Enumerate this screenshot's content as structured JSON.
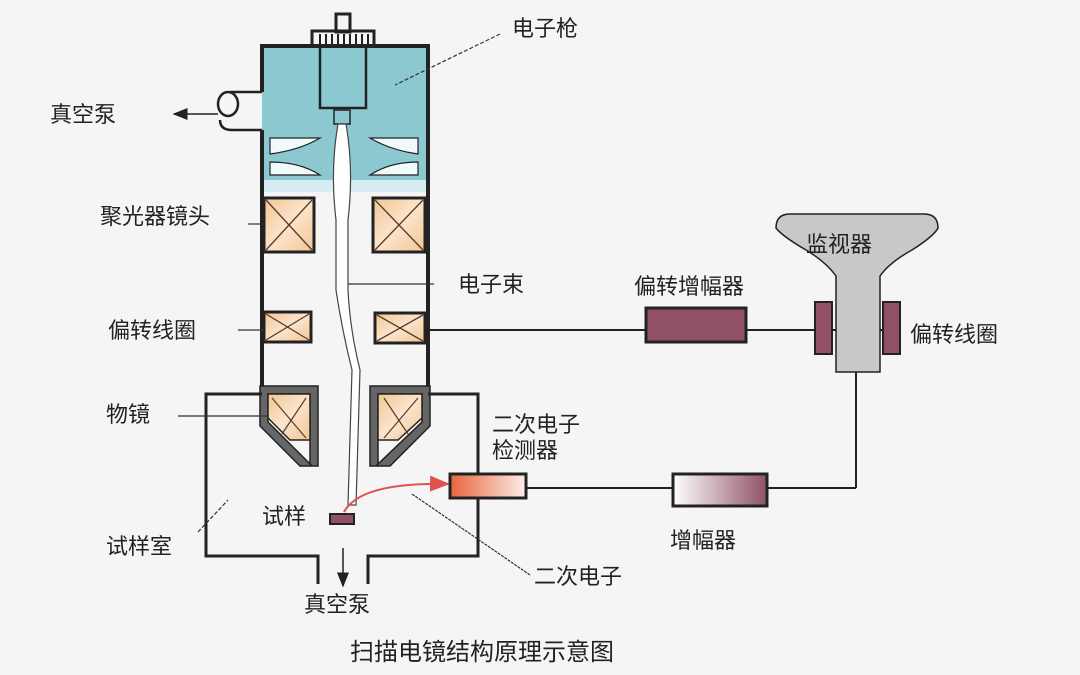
{
  "labels": {
    "electron_gun": "电子枪",
    "vacuum_pump_top": "真空泵",
    "condenser_lens": "聚光器镜头",
    "electron_beam": "电子束",
    "deflection_amplifier": "偏转增幅器",
    "monitor": "监视器",
    "deflection_coil_left": "偏转线圈",
    "deflection_coil_right": "偏转线圈",
    "objective_lens": "物镜",
    "secondary_detector_line1": "二次电子",
    "secondary_detector_line2": "检测器",
    "specimen": "试样",
    "specimen_chamber": "试样室",
    "amplifier": "增幅器",
    "secondary_electron": "二次电子",
    "vacuum_pump_bottom": "真空泵"
  },
  "caption": "扫描电镜结构原理示意图",
  "colors": {
    "gun_chamber": "#8cc8d0",
    "coil_fill": "#f5cfa6",
    "amplifier_box": "#8f5068",
    "monitor_fill": "#c8c8c8",
    "detector_orange": "#e8643c",
    "secondary_arrow": "#e05050"
  }
}
